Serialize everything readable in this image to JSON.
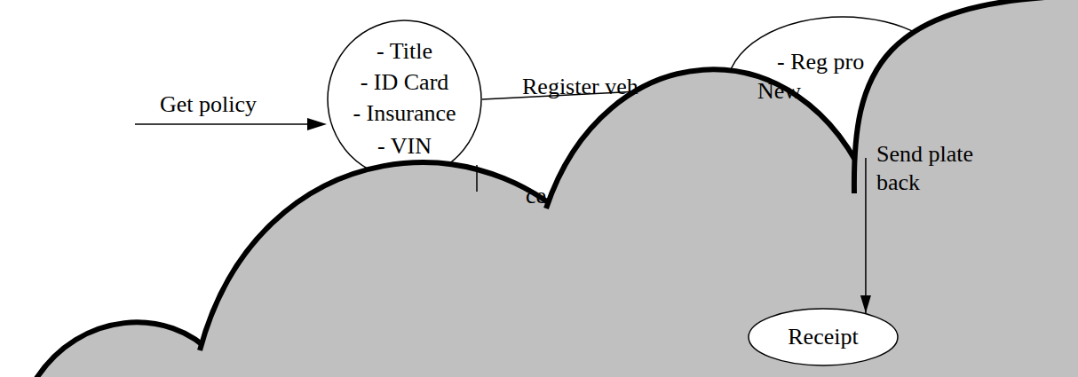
{
  "diagram": {
    "nodes": [
      {
        "text": [
          "- Title",
          "- ID Card",
          "- Insurance",
          "- VIN"
        ]
      },
      {
        "text": [
          "- Reg pro",
          "New"
        ]
      },
      {
        "text": [
          "Receipt"
        ]
      }
    ],
    "edges": [
      {
        "from": 0,
        "to": 1,
        "label": "Register veh",
        "arrow": "none"
      },
      {
        "from": 1,
        "to": 2,
        "label": "Send plate back",
        "arrow": "to"
      }
    ],
    "labels": [
      "Get policy",
      "ce"
    ]
  }
}
